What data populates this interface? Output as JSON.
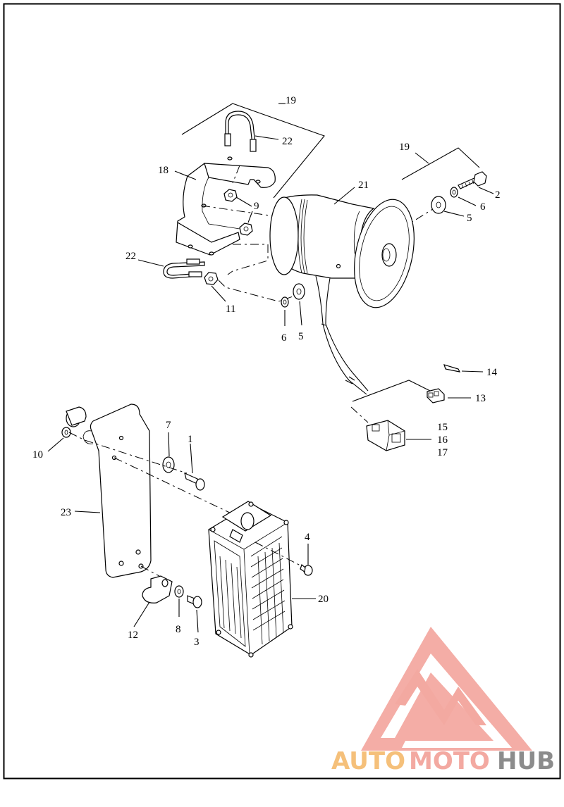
{
  "callouts": {
    "c19a": "19",
    "c22a": "22",
    "c18": "18",
    "c9": "9",
    "c21": "21",
    "c19b": "19",
    "c2": "2",
    "c6a": "6",
    "c5a": "5",
    "c22b": "22",
    "c11": "11",
    "c6b": "6",
    "c5b": "5",
    "c14": "14",
    "c13": "13",
    "c15": "15",
    "c16": "16",
    "c17": "17",
    "c10": "10",
    "c7": "7",
    "c1": "1",
    "c23": "23",
    "c4": "4",
    "c20": "20",
    "c12": "12",
    "c8": "8",
    "c3": "3"
  },
  "watermark": {
    "part1": "AUTO",
    "part2": "MOTO",
    "part3": "HUB",
    "colors": {
      "auto": "#f5c07a",
      "moto": "#f3a9a1",
      "hub": "#8c8c8c",
      "logo": "#f3a9a1"
    }
  }
}
